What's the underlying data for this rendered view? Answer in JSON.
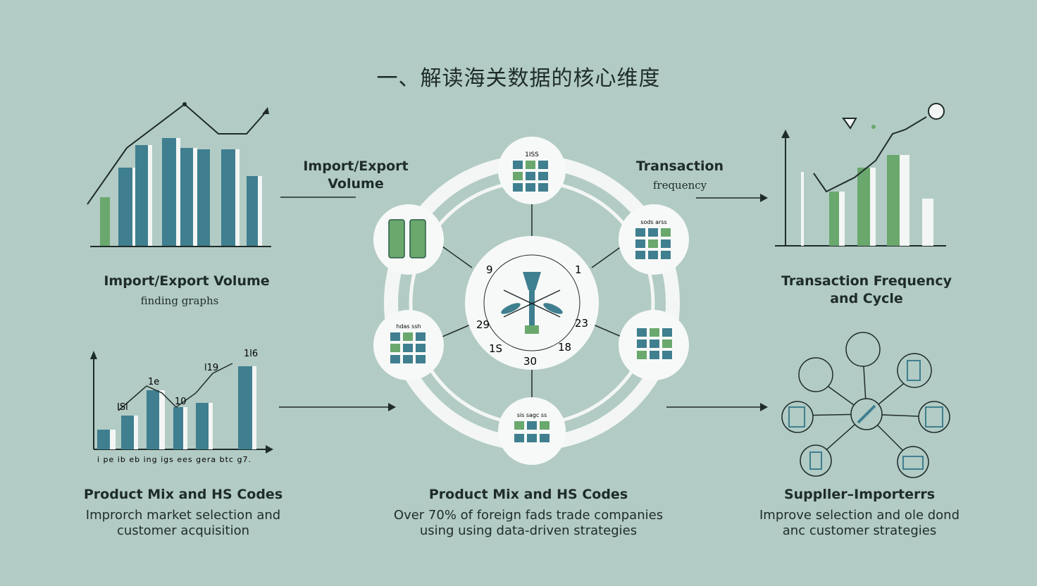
{
  "title": "一、解读海关数据的核心维度",
  "top_left": {
    "title": "Import/Export Volume",
    "subtitle": "finding graphs"
  },
  "top_right": {
    "title_line1": "Transaction Frequency",
    "title_line2": "and Cycle"
  },
  "center_left_label": {
    "line1": "Import/Export",
    "line2": "Volume"
  },
  "center_right_label": {
    "line1": "Transaction",
    "line2": "frequency"
  },
  "bottom_left": {
    "title": "Product Mix and HS Codes",
    "line1": "Improrch market selection and",
    "line2": "customer acquisition"
  },
  "bottom_center": {
    "title": "Product Mix and HS Codes",
    "line1": "Over 70% of foreign fads trade companies",
    "line2": "using using data-driven strategies"
  },
  "bottom_right": {
    "title": "Suppller–Importerrs",
    "line1": "Improve selection and ole dond",
    "line2": "anc customer strategies"
  },
  "bottom_left_chart": {
    "peak_labels": [
      "1l6",
      "l19",
      "1e",
      "10",
      "ISl"
    ],
    "axis_text": "i pe ib eb ing igs ees gera btc g7."
  },
  "center_dial": {
    "numbers": [
      "9",
      "1",
      "29",
      "23",
      "1S",
      "18",
      "30"
    ]
  },
  "node_labels": {
    "top": "1ISS",
    "right_upper": "sods arss",
    "left_lower": "hdas ssh",
    "bottom": "sis sagc ss"
  },
  "colors": {
    "teal": "#3f7f8f",
    "green": "#6aa86d",
    "dark": "#1f2b2b",
    "ring": "#f3f6f4",
    "bg": "#b2cbc5"
  }
}
